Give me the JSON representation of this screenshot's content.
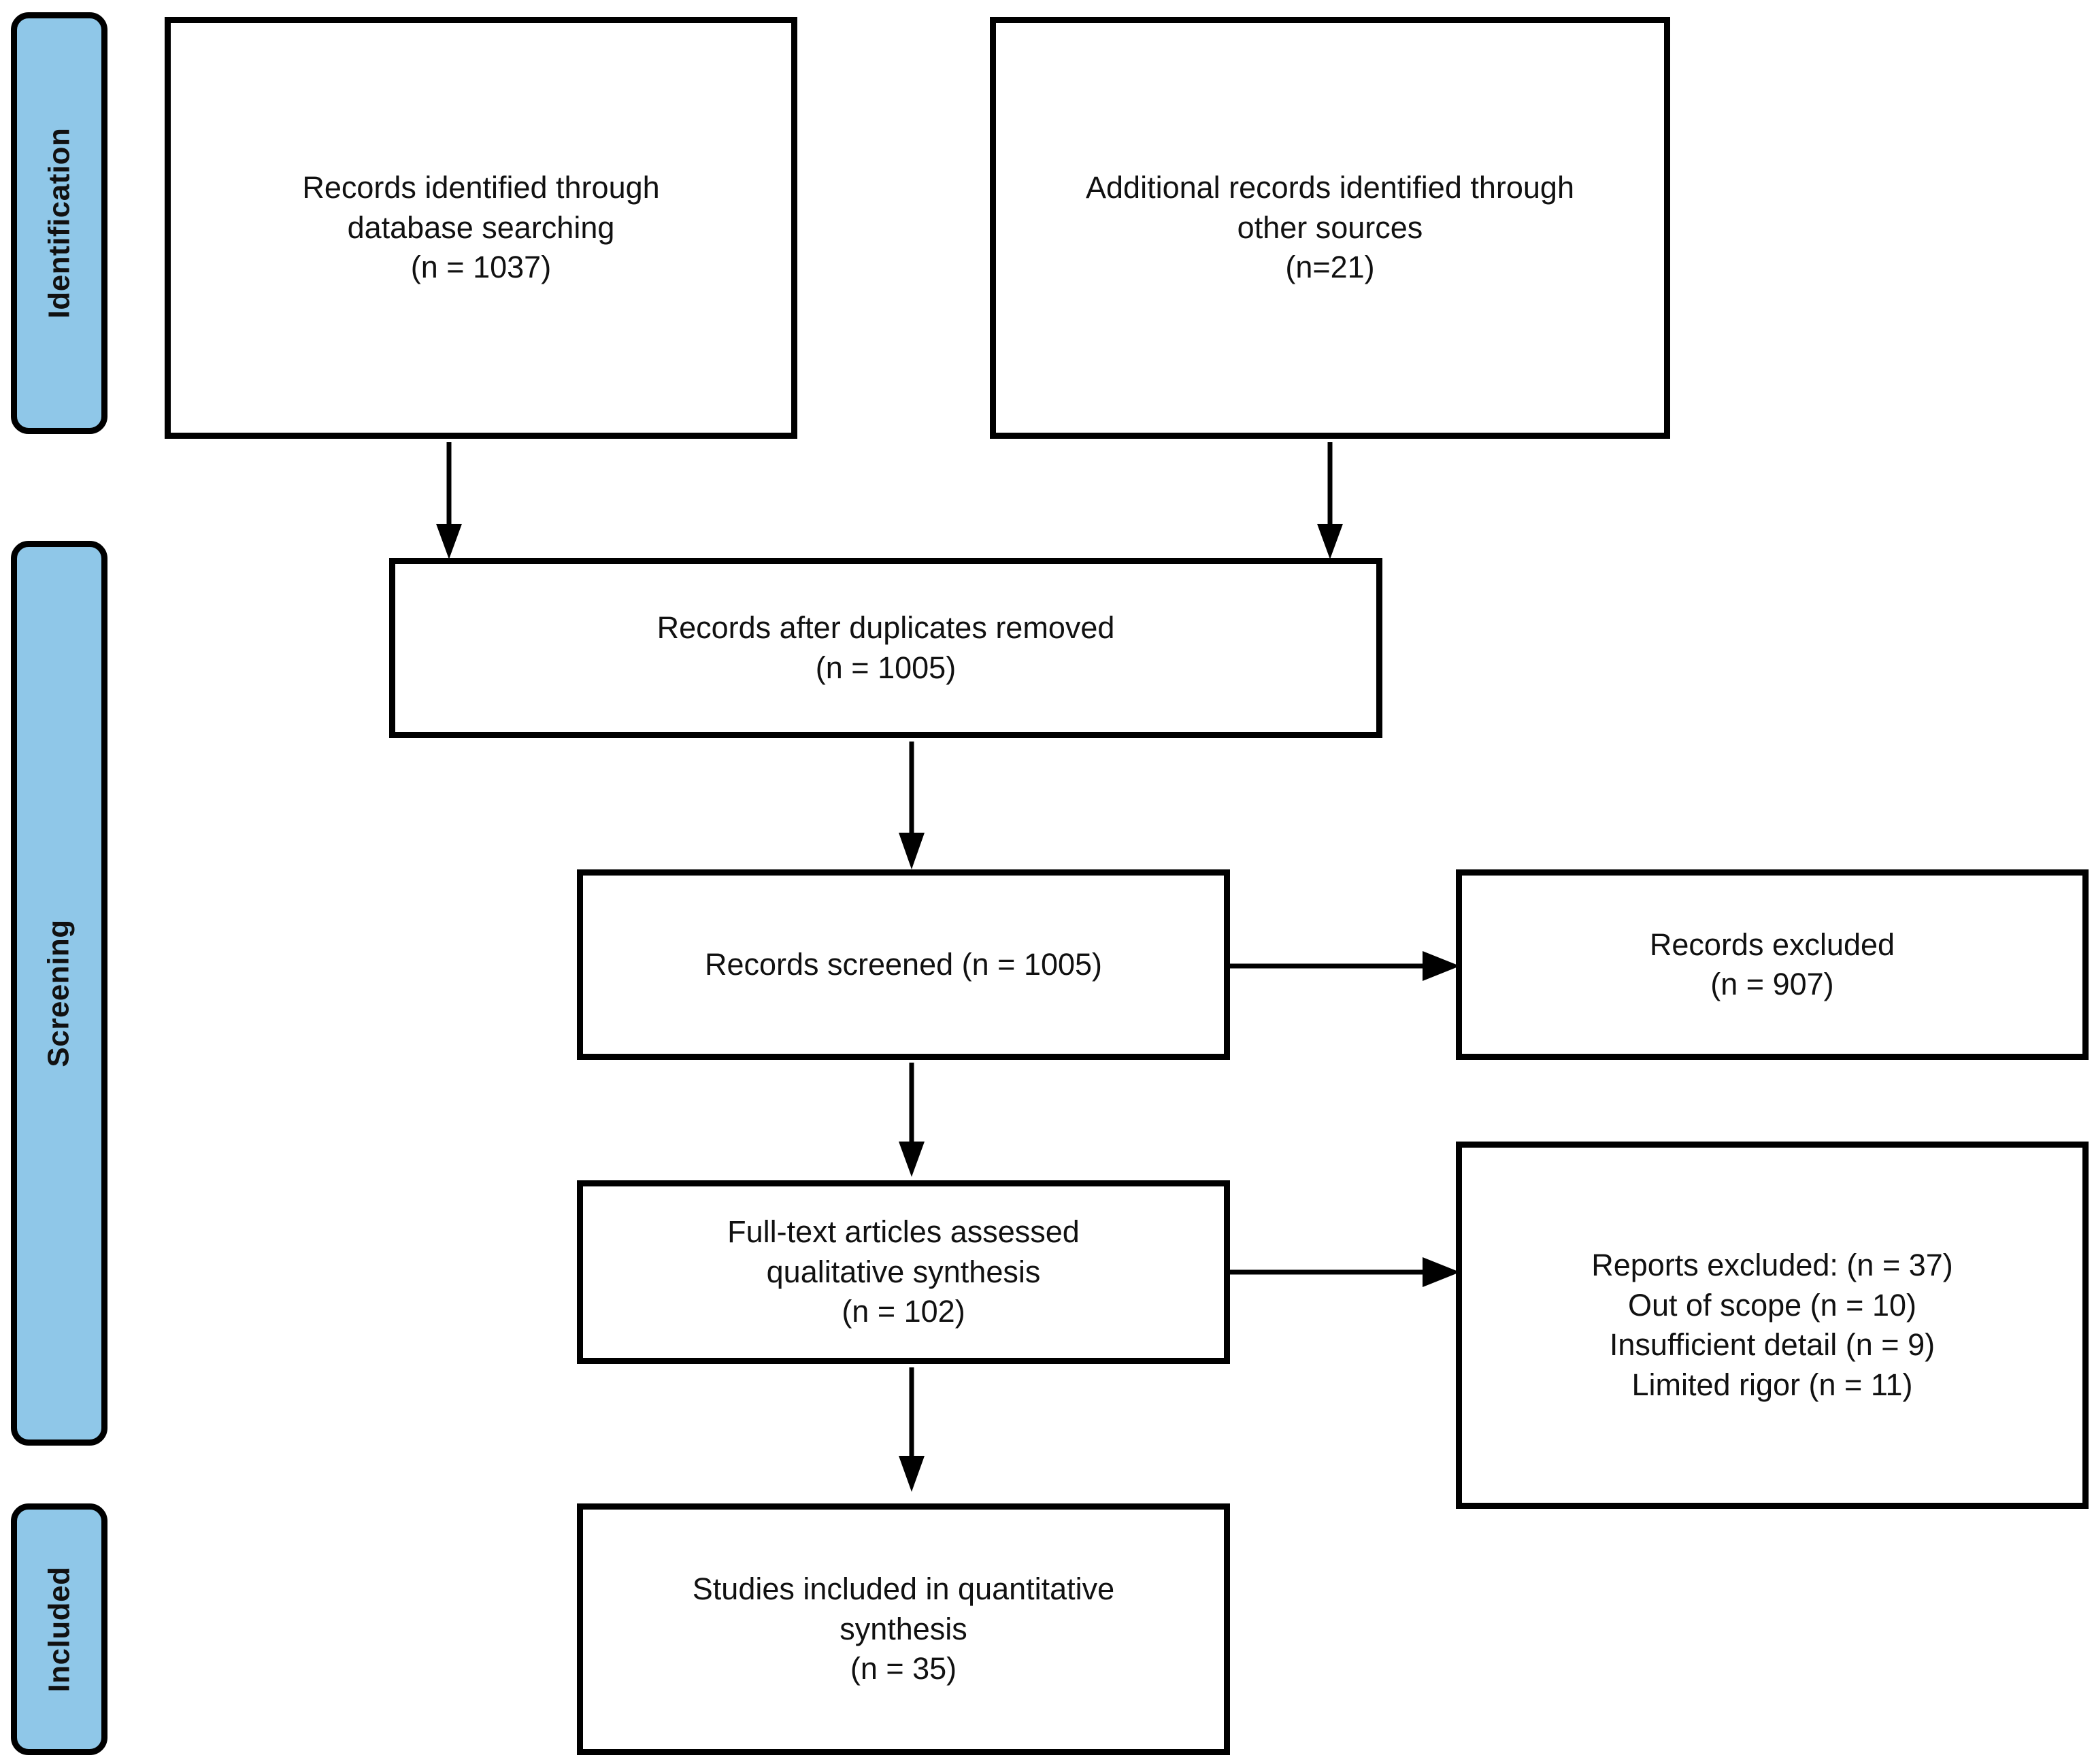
{
  "diagram": {
    "type": "prisma-flow-diagram",
    "accent_color": "#8FC7E8",
    "line_color": "#000000",
    "background_color": "#FFFFFF"
  },
  "stages": [
    {
      "id": "identification",
      "label": "Identification"
    },
    {
      "id": "screening",
      "label": "Screening"
    },
    {
      "id": "included",
      "label": "Included"
    }
  ],
  "boxes": {
    "records_identified": {
      "label": "Records identified through database searching\n(n = 1037)"
    },
    "additional_records": {
      "label": "Additional records identified through other sources\n(n=21)"
    },
    "duplicates_removed": {
      "label": "Records after duplicates removed\n(n = 1005)"
    },
    "records_screened": {
      "label": "Records screened (n = 1005)"
    },
    "records_excluded": {
      "label": "Records excluded\n(n = 907)"
    },
    "fulltext_assessed": {
      "label": "Full-text articles assessed qualitative synthesis\n(n = 102)"
    },
    "reports_excluded": {
      "label": "Reports excluded: (n = 37)\nOut of scope (n = 10)\nInsufficient detail (n = 9)\nLimited rigor (n = 11)"
    },
    "studies_included": {
      "label": "Studies included in quantitative synthesis\n(n = 35)"
    }
  },
  "chart_data": {
    "type": "diagram",
    "title": "PRISMA flow diagram",
    "nodes": [
      {
        "id": "records_identified",
        "stage": "Identification",
        "text": "Records identified through database searching",
        "n": 1037
      },
      {
        "id": "additional_records",
        "stage": "Identification",
        "text": "Additional records identified through other sources",
        "n": 21
      },
      {
        "id": "duplicates_removed",
        "stage": "Screening",
        "text": "Records after duplicates removed",
        "n": 1005
      },
      {
        "id": "records_screened",
        "stage": "Screening",
        "text": "Records screened",
        "n": 1005
      },
      {
        "id": "records_excluded",
        "stage": "Screening",
        "text": "Records excluded",
        "n": 907
      },
      {
        "id": "fulltext_assessed",
        "stage": "Screening",
        "text": "Full-text articles assessed qualitative synthesis",
        "n": 102
      },
      {
        "id": "reports_excluded",
        "stage": "Screening",
        "text": "Reports excluded",
        "n": 37,
        "breakdown": [
          {
            "reason": "Out of scope",
            "n": 10
          },
          {
            "reason": "Insufficient detail",
            "n": 9
          },
          {
            "reason": "Limited rigor",
            "n": 11
          }
        ]
      },
      {
        "id": "studies_included",
        "stage": "Included",
        "text": "Studies included in quantitative synthesis",
        "n": 35
      }
    ],
    "edges": [
      {
        "from": "records_identified",
        "to": "duplicates_removed",
        "direction": "down"
      },
      {
        "from": "additional_records",
        "to": "duplicates_removed",
        "direction": "down"
      },
      {
        "from": "duplicates_removed",
        "to": "records_screened",
        "direction": "down"
      },
      {
        "from": "records_screened",
        "to": "records_excluded",
        "direction": "right"
      },
      {
        "from": "records_screened",
        "to": "fulltext_assessed",
        "direction": "down"
      },
      {
        "from": "fulltext_assessed",
        "to": "reports_excluded",
        "direction": "right"
      },
      {
        "from": "fulltext_assessed",
        "to": "studies_included",
        "direction": "down"
      }
    ]
  }
}
